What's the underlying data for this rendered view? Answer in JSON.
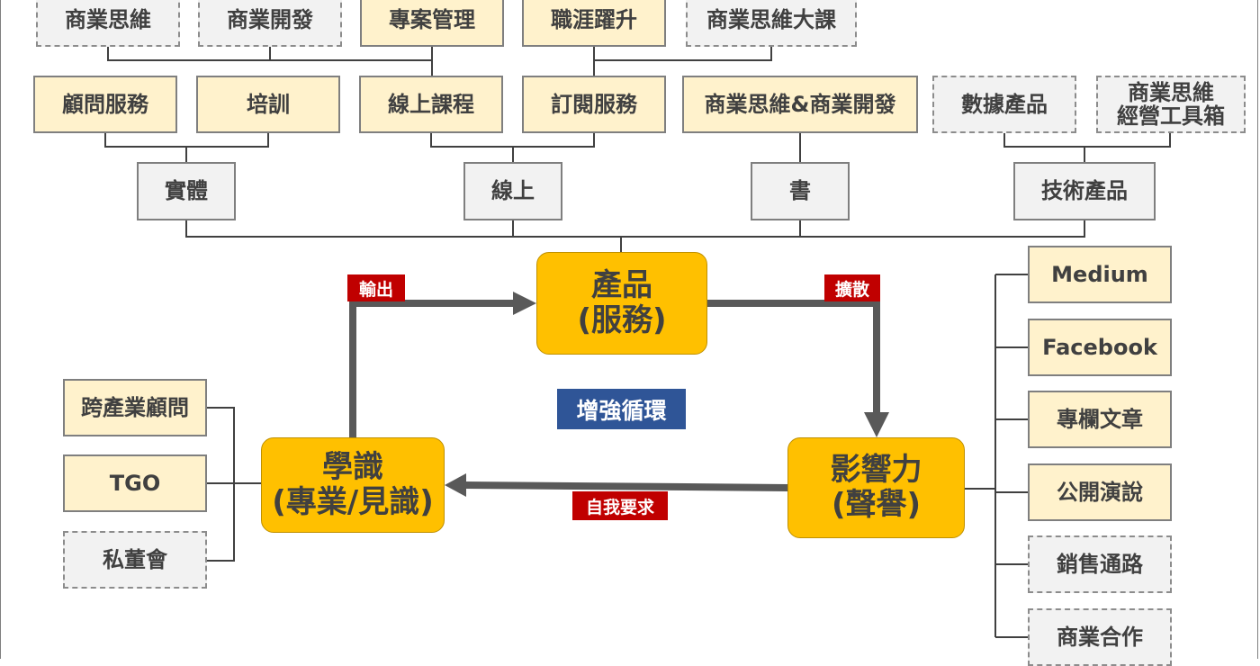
{
  "top_row": [
    "商業思維",
    "商業開發",
    "專案管理",
    "職涯躍升",
    "商業思維大課"
  ],
  "second_row": [
    "顧問服務",
    "培訓",
    "線上課程",
    "訂閱服務",
    "商業思維&商業開發",
    "數據產品",
    "商業思維\n經營工具箱"
  ],
  "categories": [
    "實體",
    "線上",
    "書",
    "技術產品"
  ],
  "core": {
    "product": "產品\n(服務)",
    "knowledge": "學識\n(專業/見識)",
    "influence": "影響力\n(聲譽)"
  },
  "arrow_labels": {
    "output": "輸出",
    "spread": "擴散",
    "self_demand": "自我要求"
  },
  "center_label": "增強循環",
  "knowledge_sources": [
    "跨產業顧問",
    "TGO",
    "私董會"
  ],
  "influence_channels": [
    "Medium",
    "Facebook",
    "專欄文章",
    "公開演說",
    "銷售通路",
    "商業合作"
  ],
  "colors": {
    "core": "#ffc000",
    "tag_red": "#c00000",
    "tag_blue": "#2f5597",
    "box_yellow": "#fff2cc",
    "box_gray": "#f2f2f2"
  }
}
